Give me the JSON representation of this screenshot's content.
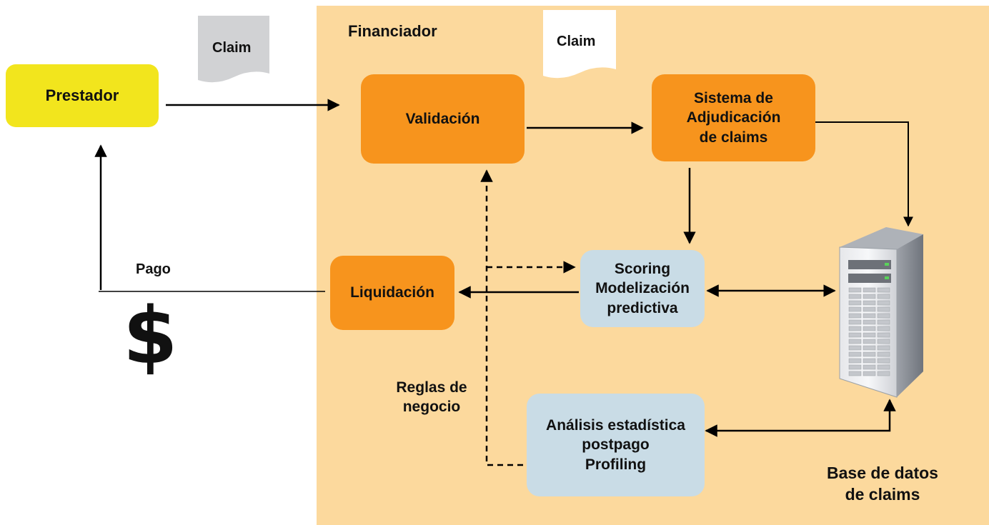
{
  "panel": {
    "title": "Financiador"
  },
  "documents": {
    "claim_outside": "Claim",
    "claim_inside": "Claim"
  },
  "boxes": {
    "prestador": "Prestador",
    "validacion": "Validación",
    "adjudicacion": "Sistema de\nAdjudicación\nde claims",
    "liquidacion": "Liquidación",
    "scoring": "Scoring\nModelización\npredictiva",
    "analisis": "Análisis estadística\npostpago\nProfiling"
  },
  "labels": {
    "pago": "Pago",
    "dollar": "$",
    "reglas": "Reglas de\nnegocio",
    "base_datos": "Base de datos\nde claims"
  },
  "colors": {
    "panel": "#fcd99d",
    "prestador": "#f2e51d",
    "orange": "#f7941d",
    "blue": "#c9dce6",
    "doc_gray": "#d1d2d4"
  },
  "icons": {
    "database": "server-tower-icon",
    "document": "document-icon"
  }
}
